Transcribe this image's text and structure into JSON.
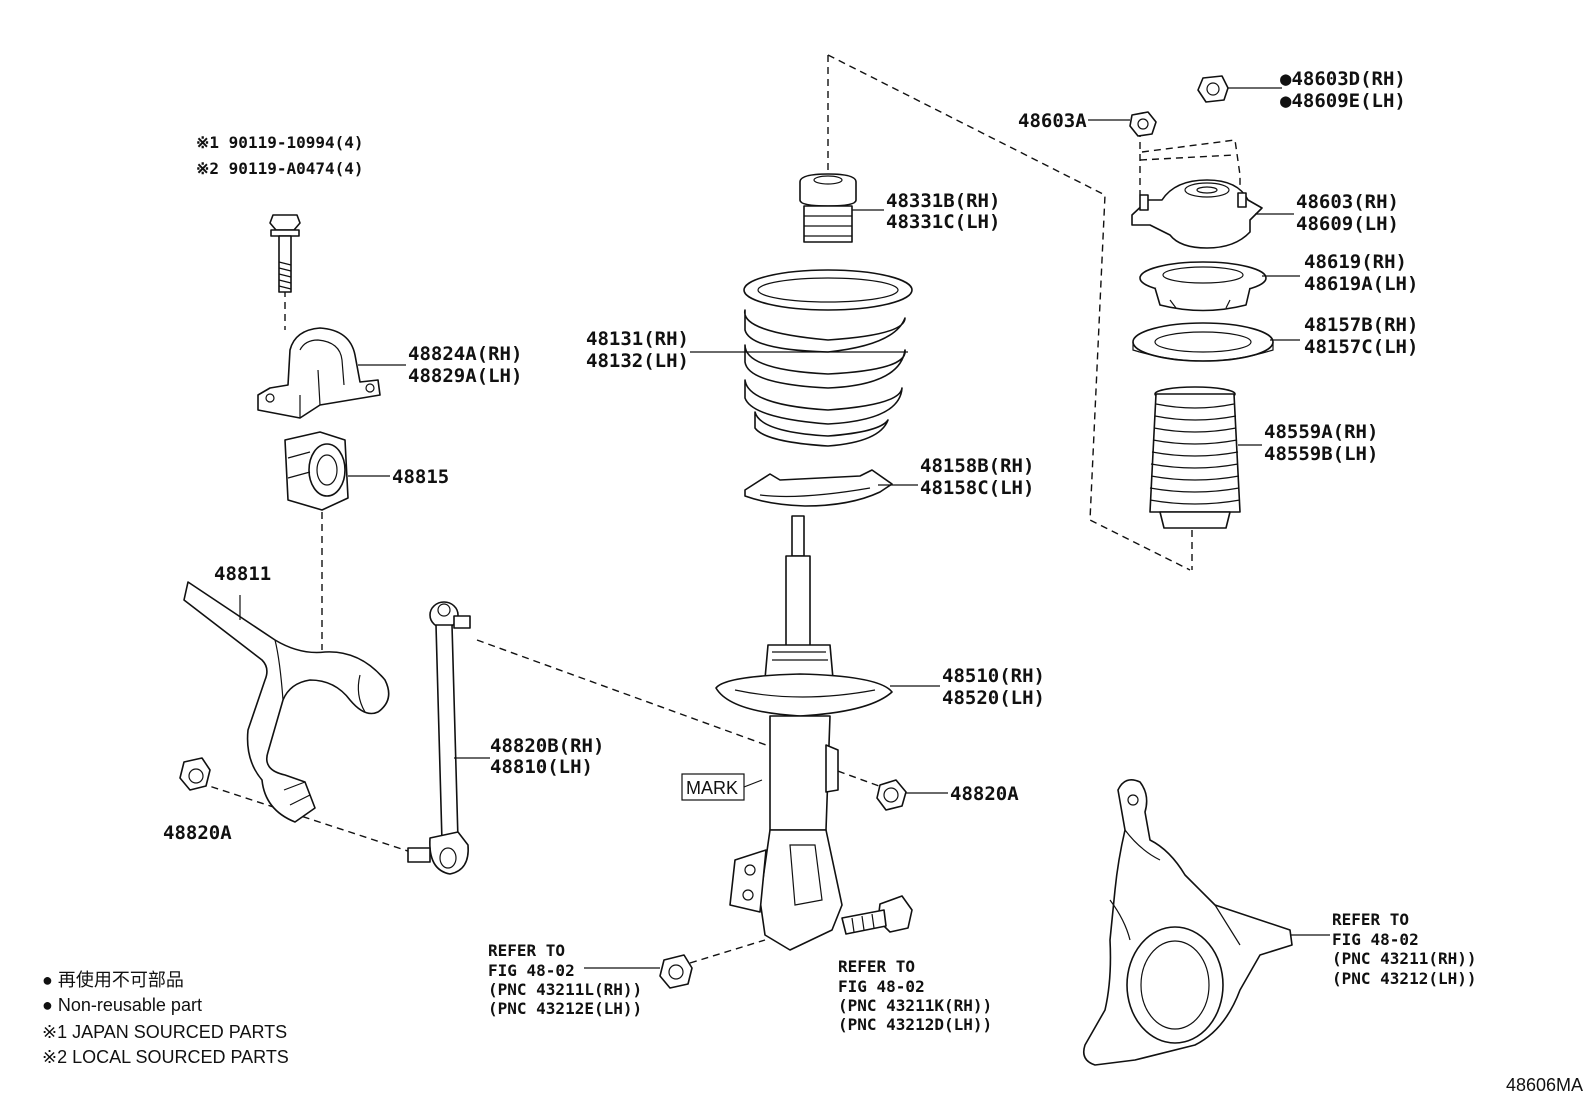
{
  "labels": {
    "bolt_jp": "※1 90119-10994(4)",
    "bolt_local": "※2 90119-A0474(4)",
    "bracket_rh": "48824A(RH)",
    "bracket_lh": "48829A(LH)",
    "bushing": "48815",
    "stabilizer_bar": "48811",
    "nut_left": "48820A",
    "link_rh": "48820B(RH)",
    "link_lh": "48810(LH)",
    "nut_right": "48820A",
    "bump_stop_rh": "48331B(RH)",
    "bump_stop_lh": "48331C(LH)",
    "spring_rh": "48131(RH)",
    "spring_lh": "48132(LH)",
    "lower_insulator_rh": "48158B(RH)",
    "lower_insulator_lh": "48158C(LH)",
    "strut_rh": "48510(RH)",
    "strut_lh": "48520(LH)",
    "mark": "MARK",
    "top_nut_a": "48603A",
    "top_nut_rh": "●48603D(RH)",
    "top_nut_lh": "●48609E(LH)",
    "mount_rh": "48603(RH)",
    "mount_lh": "48609(LH)",
    "upper_seat_rh": "48619(RH)",
    "upper_seat_lh": "48619A(LH)",
    "bearing_rh": "48157B(RH)",
    "bearing_lh": "48157C(LH)",
    "boot_rh": "48559A(RH)",
    "boot_lh": "48559B(LH)"
  },
  "refers": {
    "nut": [
      "REFER TO",
      "FIG 48-02",
      "(PNC 43211L(RH))",
      "(PNC 43212E(LH))"
    ],
    "bolt": [
      "REFER TO",
      "FIG 48-02",
      "(PNC 43211K(RH))",
      "(PNC 43212D(LH))"
    ],
    "knuckle": [
      "REFER TO",
      "FIG 48-02",
      "(PNC 43211(RH))",
      "(PNC 43212(LH))"
    ]
  },
  "legend": {
    "jp_nonreusable": "● 再使用不可部品",
    "en_nonreusable": "● Non-reusable part",
    "japan_sourced": "※1 JAPAN SOURCED PARTS",
    "local_sourced": "※2 LOCAL SOURCED PARTS"
  },
  "figure_id": "48606MA"
}
